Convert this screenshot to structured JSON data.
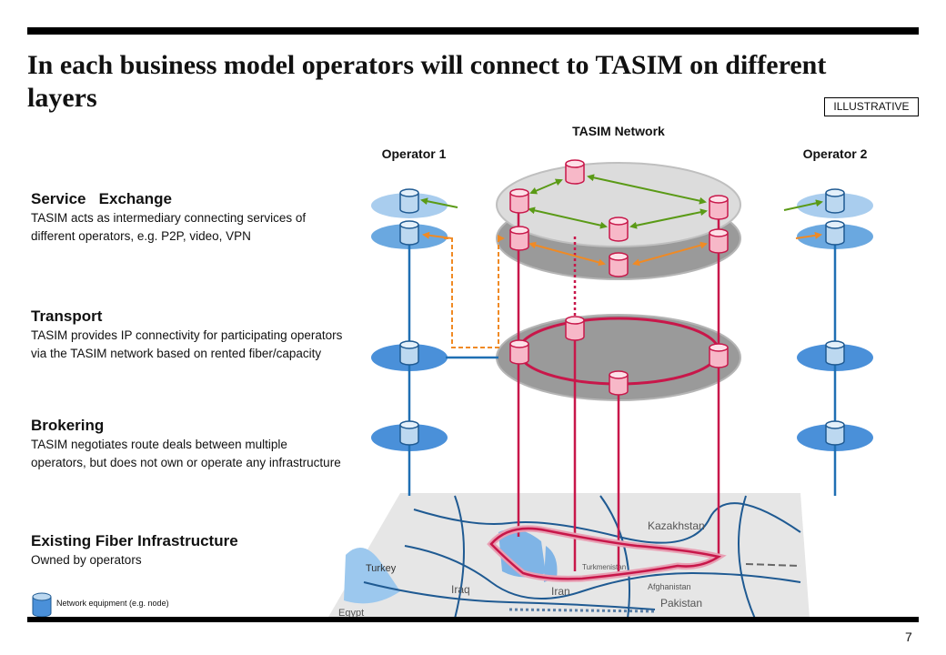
{
  "header": {
    "title": "In each business model operators will connect to TASIM on different layers",
    "tag": "ILLUSTRATIVE"
  },
  "diagram": {
    "network_label": "TASIM Network",
    "operator_left": "Operator 1",
    "operator_right": "Operator 2",
    "map_labels": [
      "Kazakhstan",
      "Turkey",
      "Iraq",
      "Iran",
      "Afghanistan",
      "Pakistan",
      "Egypt",
      "Turkmenistan"
    ]
  },
  "layers": [
    {
      "title": "Service   Exchange",
      "desc": "TASIM acts as intermediary connecting services of different operators, e.g. P2P, video, VPN"
    },
    {
      "title": "Transport",
      "desc": "TASIM provides IP connectivity for participating operators via the TASIM network based on rented fiber/capacity"
    },
    {
      "title": "Brokering",
      "desc": "TASIM negotiates route deals between multiple operators, but does not own or operate any infrastructure"
    },
    {
      "title": "Existing Fiber Infrastructure",
      "desc": "Owned by operators"
    }
  ],
  "legend": {
    "label": "Network equipment (e.g. node)"
  },
  "footer": {
    "page": "7"
  },
  "colors": {
    "red": "#c8174a",
    "blue": "#1f6fb3",
    "green": "#5a9a16",
    "orange": "#f08a24",
    "node_fill": "#f7b8c8",
    "node_blue": "#bcd8f0"
  }
}
